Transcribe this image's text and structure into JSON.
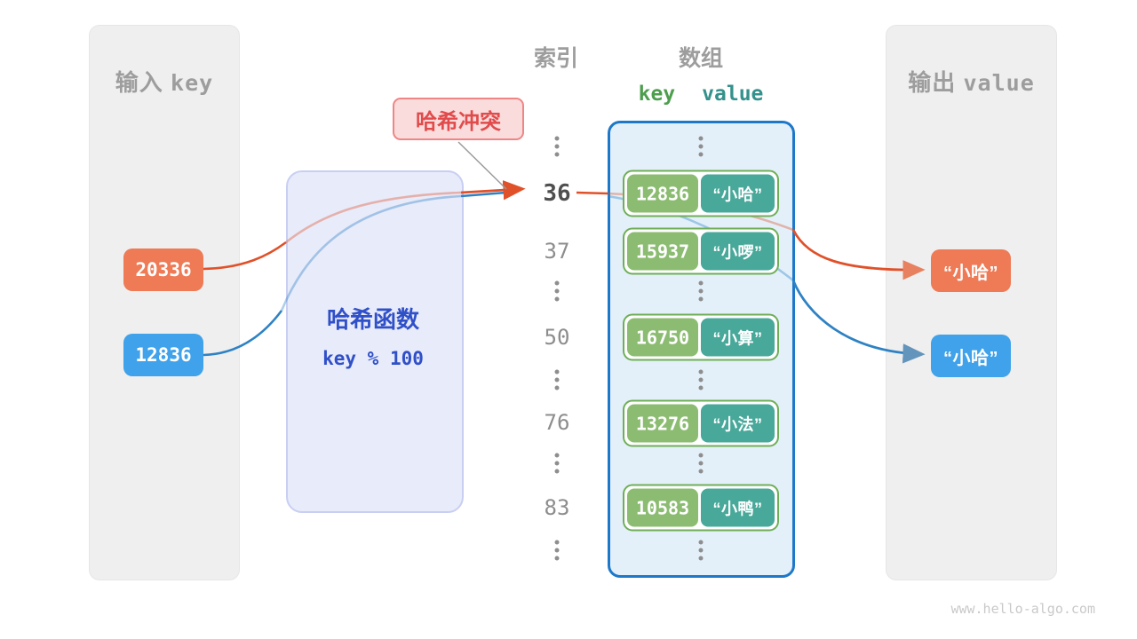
{
  "panels": {
    "input_title_cn": "输入",
    "input_title_en": "key",
    "output_title_cn": "输出",
    "output_title_en": "value"
  },
  "columns": {
    "index_title": "索引",
    "array_title": "数组",
    "key_label": "key",
    "value_label": "value"
  },
  "hash_function": {
    "title": "哈希函数",
    "formula": "key % 100"
  },
  "collision_label": "哈希冲突",
  "inputs": [
    {
      "value": "20336",
      "color": "#ee7a56"
    },
    {
      "value": "12836",
      "color": "#3fa2ea"
    }
  ],
  "index_column": [
    {
      "type": "ellipsis"
    },
    {
      "type": "num",
      "label": "36",
      "bold": true
    },
    {
      "type": "num",
      "label": "37"
    },
    {
      "type": "ellipsis"
    },
    {
      "type": "num",
      "label": "50"
    },
    {
      "type": "ellipsis"
    },
    {
      "type": "num",
      "label": "76"
    },
    {
      "type": "ellipsis"
    },
    {
      "type": "num",
      "label": "83"
    },
    {
      "type": "ellipsis"
    }
  ],
  "array": {
    "rows": [
      {
        "key": "12836",
        "value": "“小哈”"
      },
      {
        "key": "15937",
        "value": "“小啰”"
      },
      {
        "key": "16750",
        "value": "“小算”"
      },
      {
        "key": "13276",
        "value": "“小法”"
      },
      {
        "key": "10583",
        "value": "“小鸭”"
      }
    ]
  },
  "outputs": [
    {
      "value": "“小哈”",
      "color": "#ee7a56"
    },
    {
      "value": "“小哈”",
      "color": "#3fa2ea"
    }
  ],
  "watermark": "www.hello-algo.com",
  "colors": {
    "orange": "#ee7a56",
    "blue": "#3fa2ea",
    "orange_line": "#e0512a",
    "blue_line": "#2e82c4",
    "green_key": "#8cbc72",
    "teal_value": "#48a89a",
    "pair_border": "#6fae57",
    "array_border": "#1d78c9",
    "collision_red": "#e14b4b",
    "hash_indigo": "#3050c8",
    "heading_gray": "#9d9d9d"
  }
}
